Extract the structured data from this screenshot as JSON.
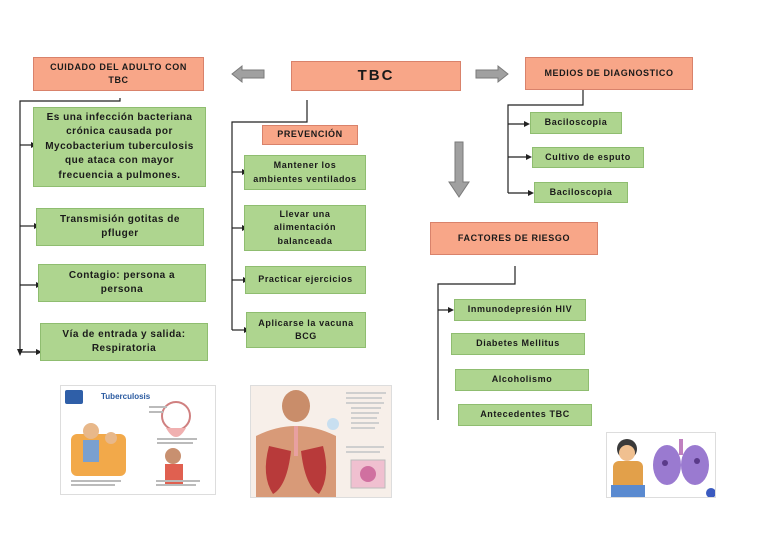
{
  "title": "TBC",
  "left": {
    "heading": "CUIDADO DEL ADULTO CON TBC",
    "items": [
      "Es una infección bacteriana crónica causada por Mycobacterium tuberculosis que ataca con mayor frecuencia a pulmones.",
      "Transmisión gotitas de pfluger",
      "Contagio: persona a persona",
      "Vía de entrada y salida: Respiratoria"
    ]
  },
  "center": {
    "heading": "PREVENCIÓN",
    "items": [
      "Mantener los ambientes ventilados",
      "Llevar una alimentación balanceada",
      "Practicar ejercicios",
      "Aplicarse la vacuna BCG"
    ]
  },
  "right_top": {
    "heading": "MEDIOS DE DIAGNOSTICO",
    "items": [
      "Baciloscopia",
      "Cultivo de esputo",
      "Baciloscopia"
    ]
  },
  "right_bottom": {
    "heading": "FACTORES DE RIESGO",
    "items": [
      "Inmunodepresión HIV",
      "Diabetes Mellitus",
      "Alcoholismo",
      "Antecedentes TBC"
    ]
  },
  "images": {
    "img1_caption": "Tuberculosis"
  },
  "colors": {
    "orange_box": "#f8a688",
    "green_box": "#aed58f",
    "arrow": "#a0a0a0"
  }
}
